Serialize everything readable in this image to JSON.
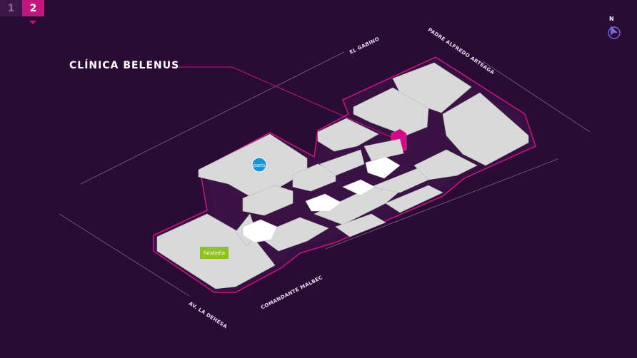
{
  "floors": {
    "items": [
      {
        "label": "1",
        "active": false
      },
      {
        "label": "2",
        "active": true
      }
    ]
  },
  "highlight": {
    "store_name": "CLÍNICA BELENUS"
  },
  "streets": {
    "el_gabino": "EL GABINO",
    "padre_alfredo": "PADRE ALFREDO ARTEAGA",
    "av_la_dehesa": "AV. LA DEHESA",
    "comandante_malbec": "COMANDANTE MALBEC"
  },
  "compass": {
    "label": "N"
  },
  "anchors": {
    "paris": "paris",
    "falabella": "falabella"
  },
  "colors": {
    "background": "#2a0b33",
    "accent": "#c4157f",
    "building": "#d9d9d9",
    "walkway": "#3a1244"
  }
}
